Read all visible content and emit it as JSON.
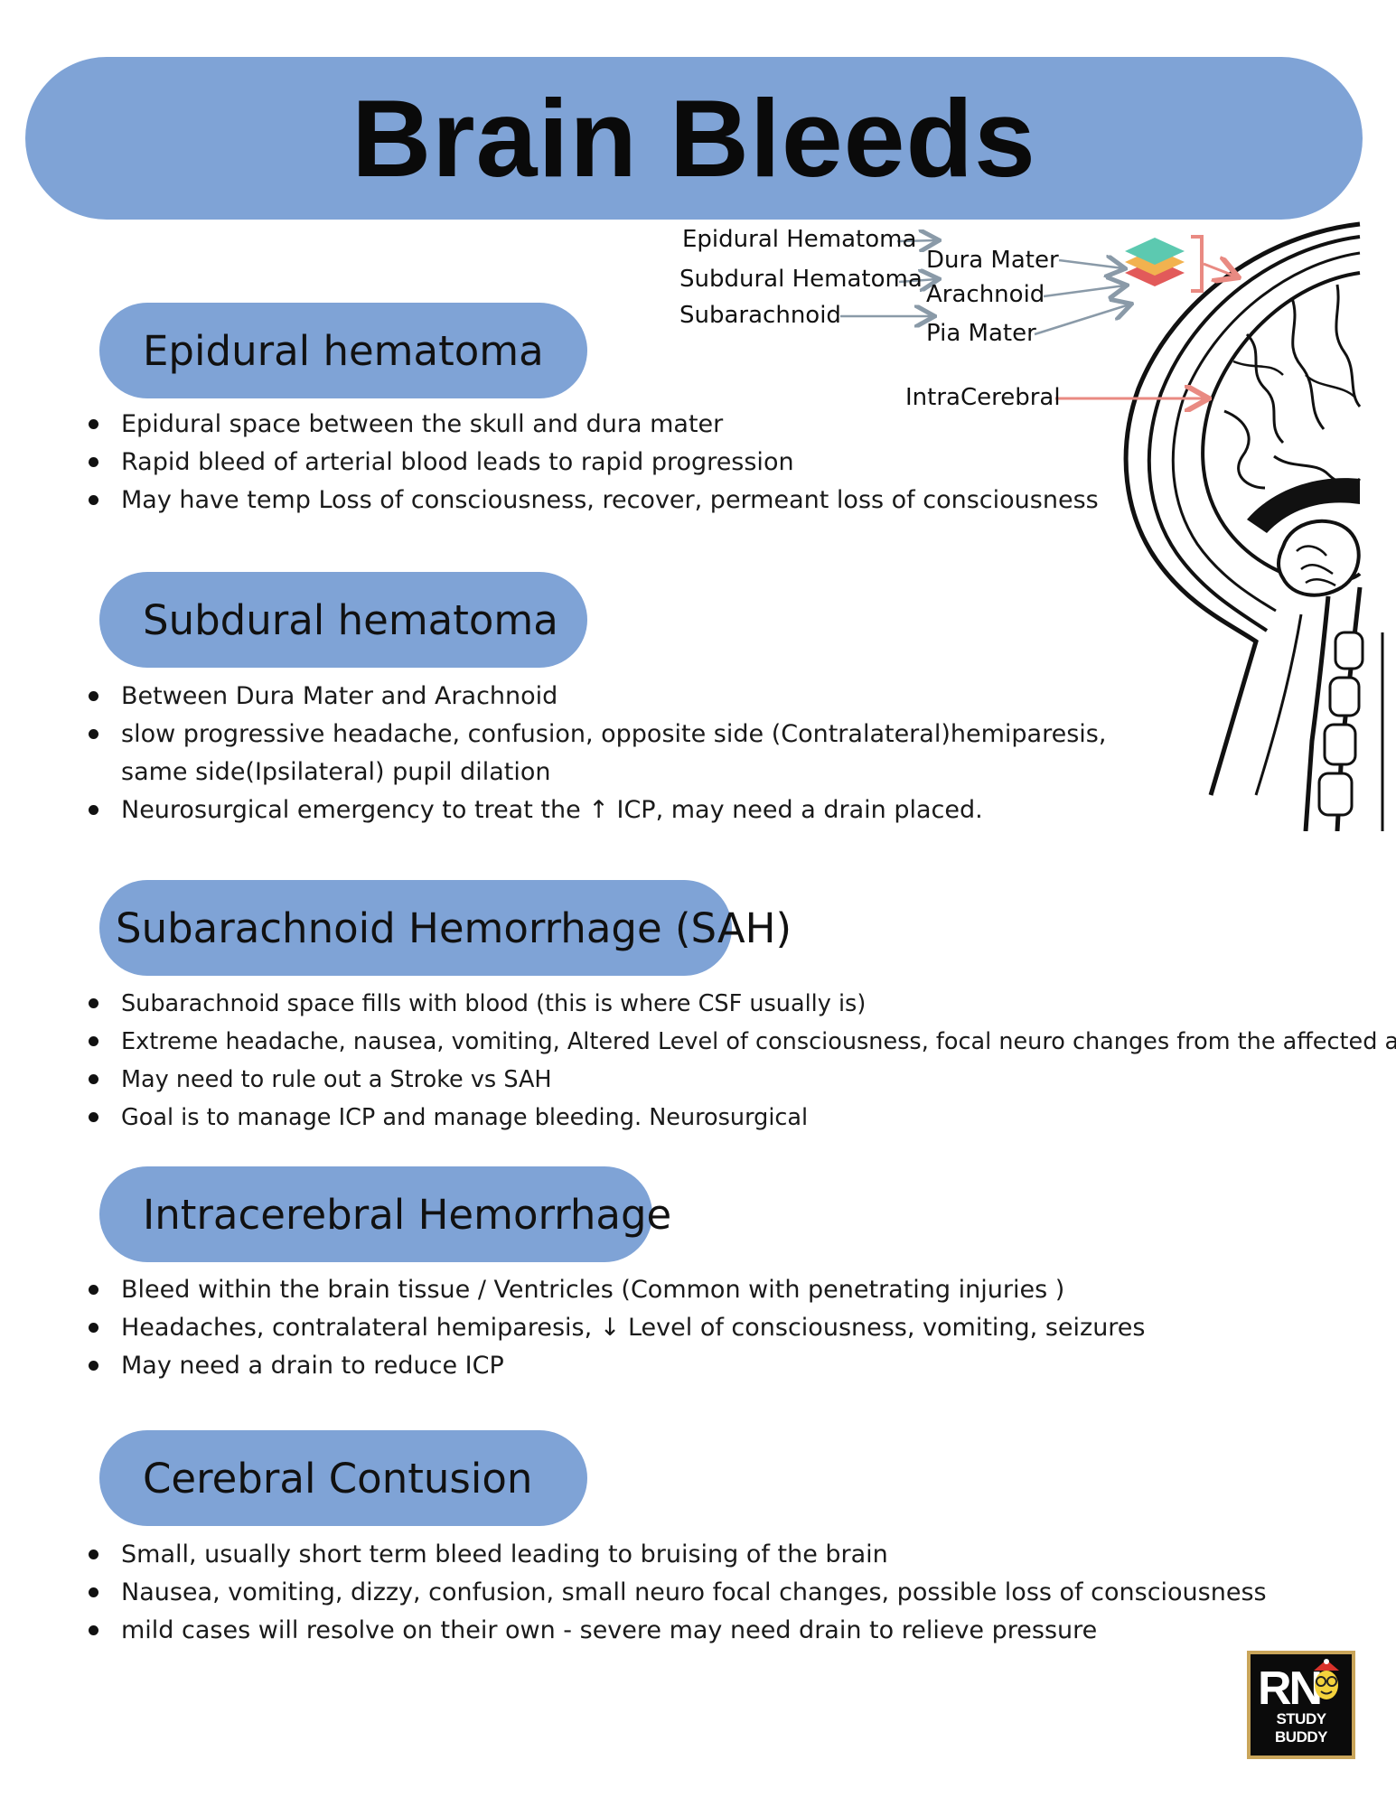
{
  "title": "Brain Bleeds",
  "diagram": {
    "hematoma_labels": [
      "Epidural Hematoma",
      "Subdural Hematoma",
      "Subarachnoid"
    ],
    "layer_labels": [
      "Dura Mater",
      "Arachnoid",
      "Pia Mater"
    ],
    "intracerebral_label": "IntraCerebral",
    "colors": {
      "dura": "#5cc9b0",
      "arachnoid": "#f2b24f",
      "pia": "#e25a5a",
      "arrow_gray": "#8a9aa8",
      "arrow_red": "#e98a82"
    }
  },
  "sections": [
    {
      "heading": "Epidural hematoma",
      "bullets": [
        "Epidural space between the skull and dura mater",
        "Rapid bleed of arterial blood leads to rapid progression",
        "May have temp Loss of consciousness, recover, permeant loss of consciousness"
      ]
    },
    {
      "heading": "Subdural hematoma",
      "bullets": [
        "Between Dura Mater and Arachnoid",
        "slow progressive headache, confusion,  opposite side (Contralateral)hemiparesis, same side(Ipsilateral) pupil dilation",
        "Neurosurgical emergency  to treat the ↑ ICP, may need a drain placed."
      ]
    },
    {
      "heading": "Subarachnoid Hemorrhage (SAH)",
      "bullets": [
        "Subarachnoid space fills with blood (this is where CSF usually is)",
        "Extreme headache, nausea, vomiting, Altered Level of consciousness, focal neuro changes from the affected area.",
        "May need to rule out a Stroke vs SAH",
        "Goal is to manage ICP and manage bleeding. Neurosurgical"
      ]
    },
    {
      "heading": "Intracerebral Hemorrhage",
      "bullets": [
        "Bleed within the brain tissue / Ventricles (Common with penetrating injuries )",
        "Headaches, contralateral hemiparesis, ↓ Level of consciousness,  vomiting, seizures",
        "May need a drain to reduce ICP"
      ]
    },
    {
      "heading": "Cerebral Contusion",
      "bullets": [
        "Small, usually short term bleed leading to bruising of the brain",
        "Nausea, vomiting, dizzy, confusion, small neuro focal changes, possible loss of consciousness",
        "mild cases will resolve on their own - severe may need drain to relieve pressure"
      ]
    }
  ],
  "logo": {
    "line1": "RN",
    "line2": "STUDY BUDDY"
  }
}
